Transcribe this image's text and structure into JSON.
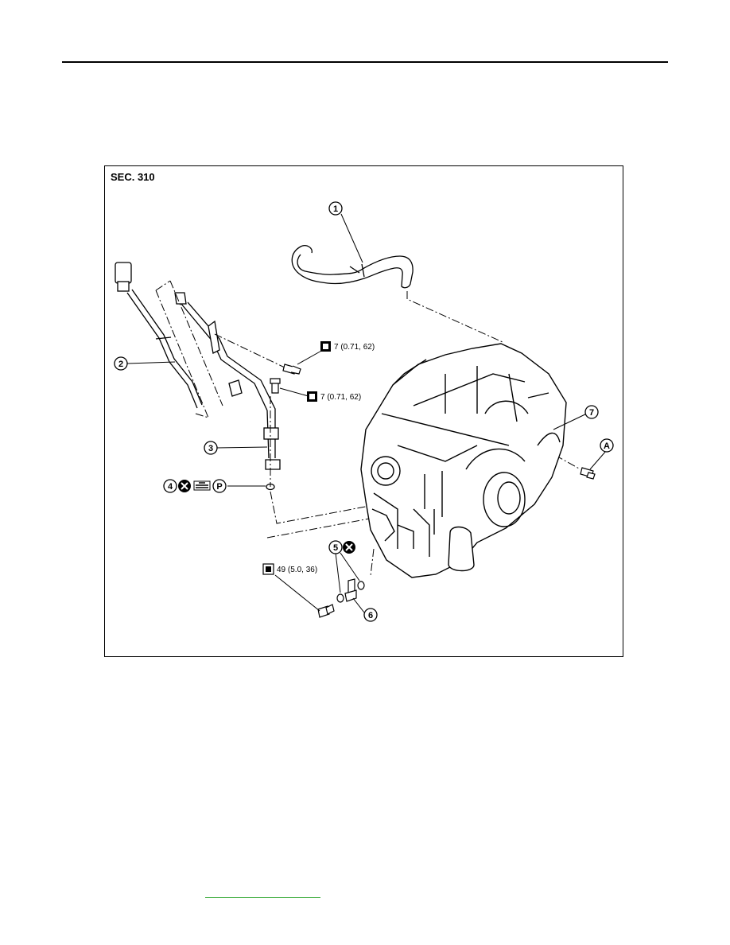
{
  "header": {
    "rule": true
  },
  "figure": {
    "section": "SEC. 310",
    "callouts": [
      "1",
      "2",
      "3",
      "4",
      "5",
      "6",
      "7",
      "A"
    ],
    "torque_specs": {
      "bracket_bolt_upper": "7 (0.71, 62)",
      "bracket_bolt_lower": "7 (0.71, 62)",
      "plug_bolt": "49 (5.0, 36)"
    },
    "symbols": {
      "p_symbol": "P"
    }
  },
  "footer": {
    "link_color": "#2aa42a"
  }
}
